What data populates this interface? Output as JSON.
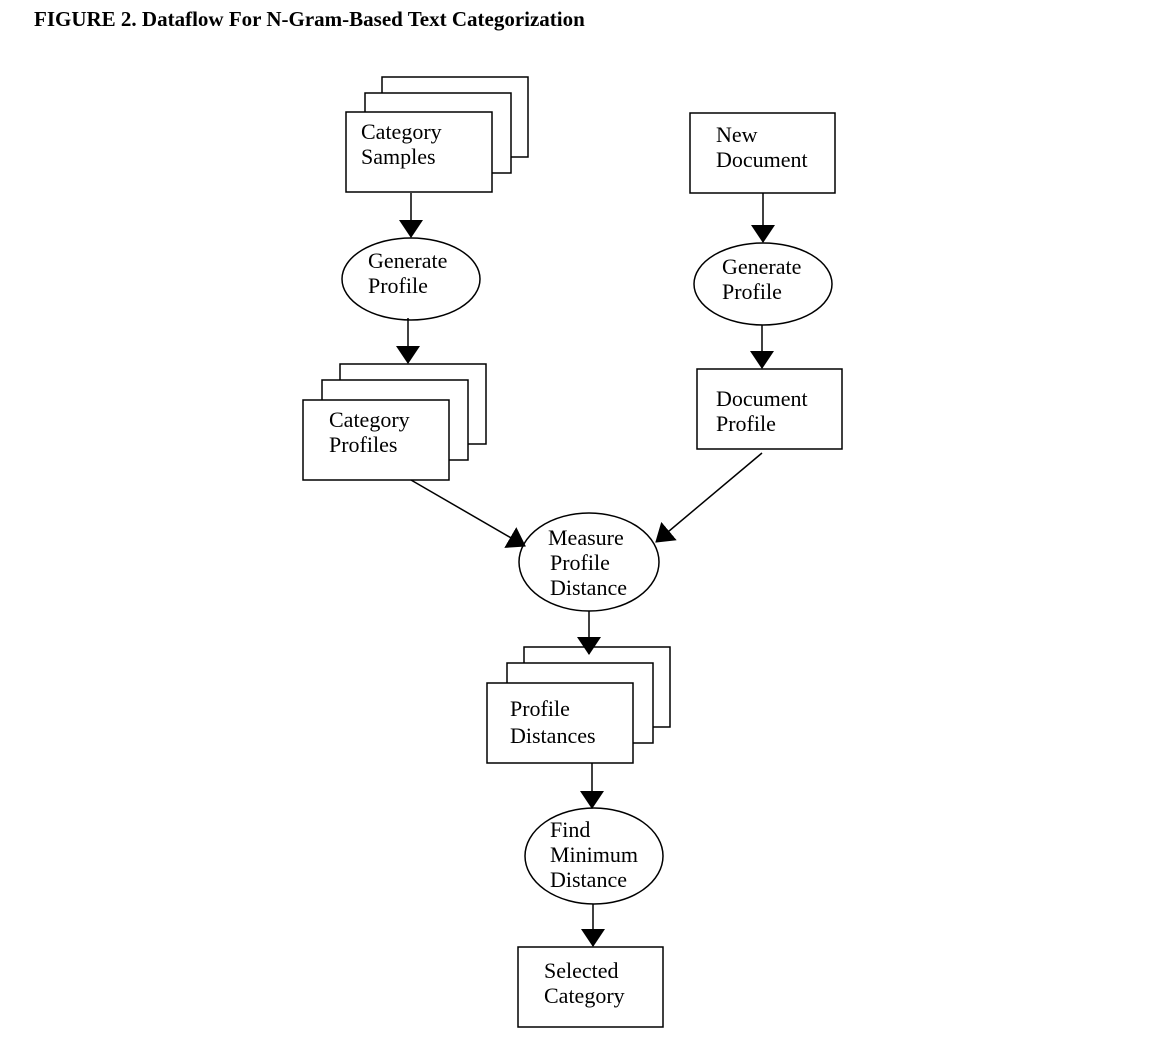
{
  "figure": {
    "title": "FIGURE 2. Dataflow For N-Gram-Based Text Categorization"
  },
  "nodes": {
    "category_samples": [
      "Category",
      "Samples"
    ],
    "new_document": [
      "New",
      "Document"
    ],
    "generate_profile_left": [
      "Generate",
      "Profile"
    ],
    "generate_profile_right": [
      "Generate",
      "Profile"
    ],
    "category_profiles": [
      "Category",
      "Profiles"
    ],
    "document_profile": [
      "Document",
      "Profile"
    ],
    "measure_profile_distance": [
      "Measure",
      "Profile",
      "Distance"
    ],
    "profile_distances": [
      "Profile",
      "Distances"
    ],
    "find_minimum_distance": [
      "Find",
      "Minimum",
      "Distance"
    ],
    "selected_category": [
      "Selected",
      "Category"
    ]
  }
}
